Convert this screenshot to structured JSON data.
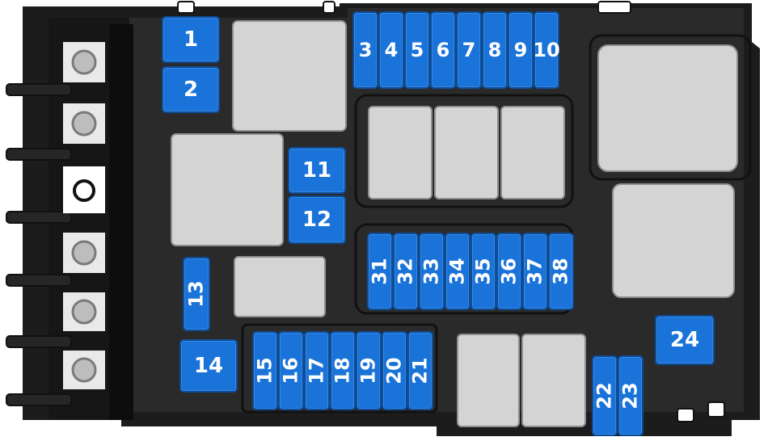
{
  "diagram": {
    "colors": {
      "fuse_fill": "#1a73d9",
      "fuse_border": "#0c4d99",
      "fuse_text": "#ffffff",
      "relay_fill": "#d4d4d4",
      "housing_dark": "#2b2b2b",
      "housing_black": "#141414"
    },
    "fuses": [
      {
        "id": "f1",
        "label": "1"
      },
      {
        "id": "f2",
        "label": "2"
      },
      {
        "id": "f3",
        "label": "3"
      },
      {
        "id": "f4",
        "label": "4"
      },
      {
        "id": "f5",
        "label": "5"
      },
      {
        "id": "f6",
        "label": "6"
      },
      {
        "id": "f7",
        "label": "7"
      },
      {
        "id": "f8",
        "label": "8"
      },
      {
        "id": "f9",
        "label": "9"
      },
      {
        "id": "f10",
        "label": "10"
      },
      {
        "id": "f11",
        "label": "11"
      },
      {
        "id": "f12",
        "label": "12"
      },
      {
        "id": "f13",
        "label": "13"
      },
      {
        "id": "f14",
        "label": "14"
      },
      {
        "id": "f15",
        "label": "15"
      },
      {
        "id": "f16",
        "label": "16"
      },
      {
        "id": "f17",
        "label": "17"
      },
      {
        "id": "f18",
        "label": "18"
      },
      {
        "id": "f19",
        "label": "19"
      },
      {
        "id": "f20",
        "label": "20"
      },
      {
        "id": "f21",
        "label": "21"
      },
      {
        "id": "f22",
        "label": "22"
      },
      {
        "id": "f23",
        "label": "23"
      },
      {
        "id": "f24",
        "label": "24"
      },
      {
        "id": "f31",
        "label": "31"
      },
      {
        "id": "f32",
        "label": "32"
      },
      {
        "id": "f33",
        "label": "33"
      },
      {
        "id": "f34",
        "label": "34"
      },
      {
        "id": "f35",
        "label": "35"
      },
      {
        "id": "f36",
        "label": "36"
      },
      {
        "id": "f37",
        "label": "37"
      },
      {
        "id": "f38",
        "label": "38"
      }
    ]
  }
}
